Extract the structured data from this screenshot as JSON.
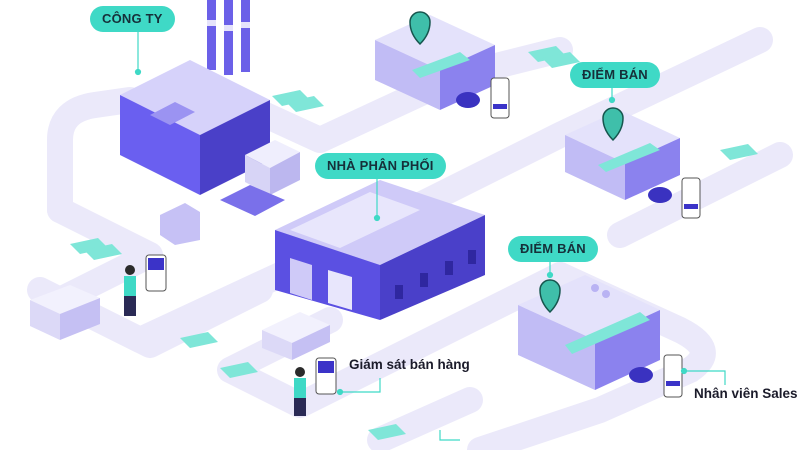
{
  "labels": {
    "company": "CÔNG TY",
    "distributor": "NHÀ PHÂN PHỐI",
    "store_1": "ĐIỂM BÁN",
    "store_2": "ĐIỂM BÁN",
    "sales_supervisor": "Giám sát bán hàng",
    "sales_staff": "Nhân viên Sales"
  },
  "colors": {
    "accent_teal": "#3fd9c6",
    "building_purple": "#5a4fe0",
    "building_light": "#b9b3f3",
    "road": "#ebe9fa",
    "road_edge": "#dcd8f6"
  }
}
